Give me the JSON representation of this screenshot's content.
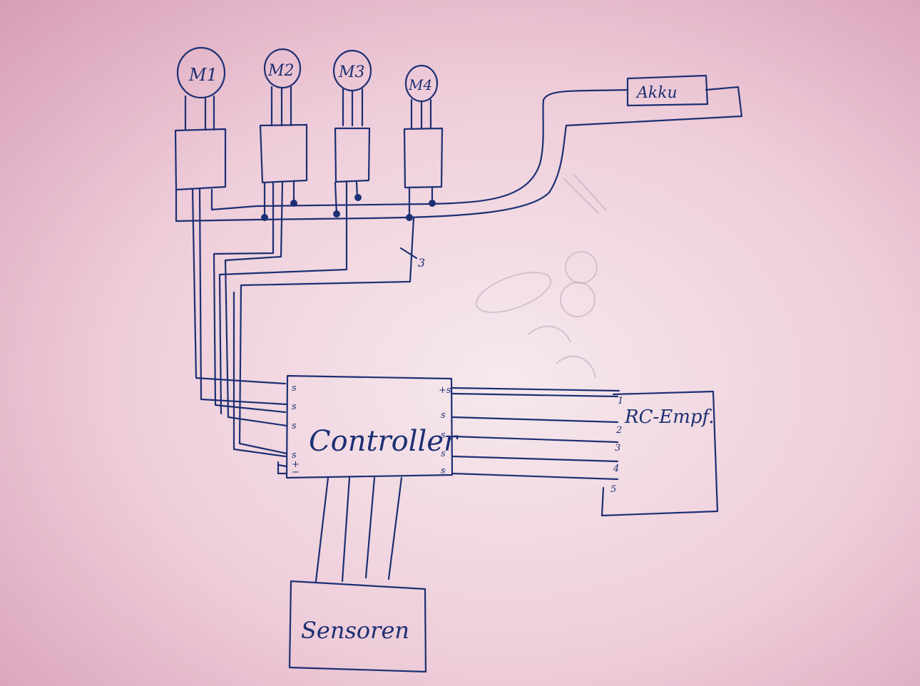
{
  "colors": {
    "ink": "#1c2f73",
    "paper": "#f3e2e9"
  },
  "motors": [
    {
      "label": "M1"
    },
    {
      "label": "M2"
    },
    {
      "label": "M3"
    },
    {
      "label": "M4"
    }
  ],
  "battery": {
    "label": "Akku"
  },
  "controller": {
    "label": "Controller",
    "left_pins": [
      "s",
      "s",
      "s",
      "s",
      "+",
      "−"
    ],
    "right_pins": [
      "+s",
      "s",
      "s",
      "s",
      "s"
    ]
  },
  "receiver": {
    "label": "RC-Empf.",
    "channels": [
      "1",
      "2",
      "3",
      "4",
      "5"
    ]
  },
  "sensors": {
    "label": "Sensoren"
  },
  "bus_note": "3"
}
